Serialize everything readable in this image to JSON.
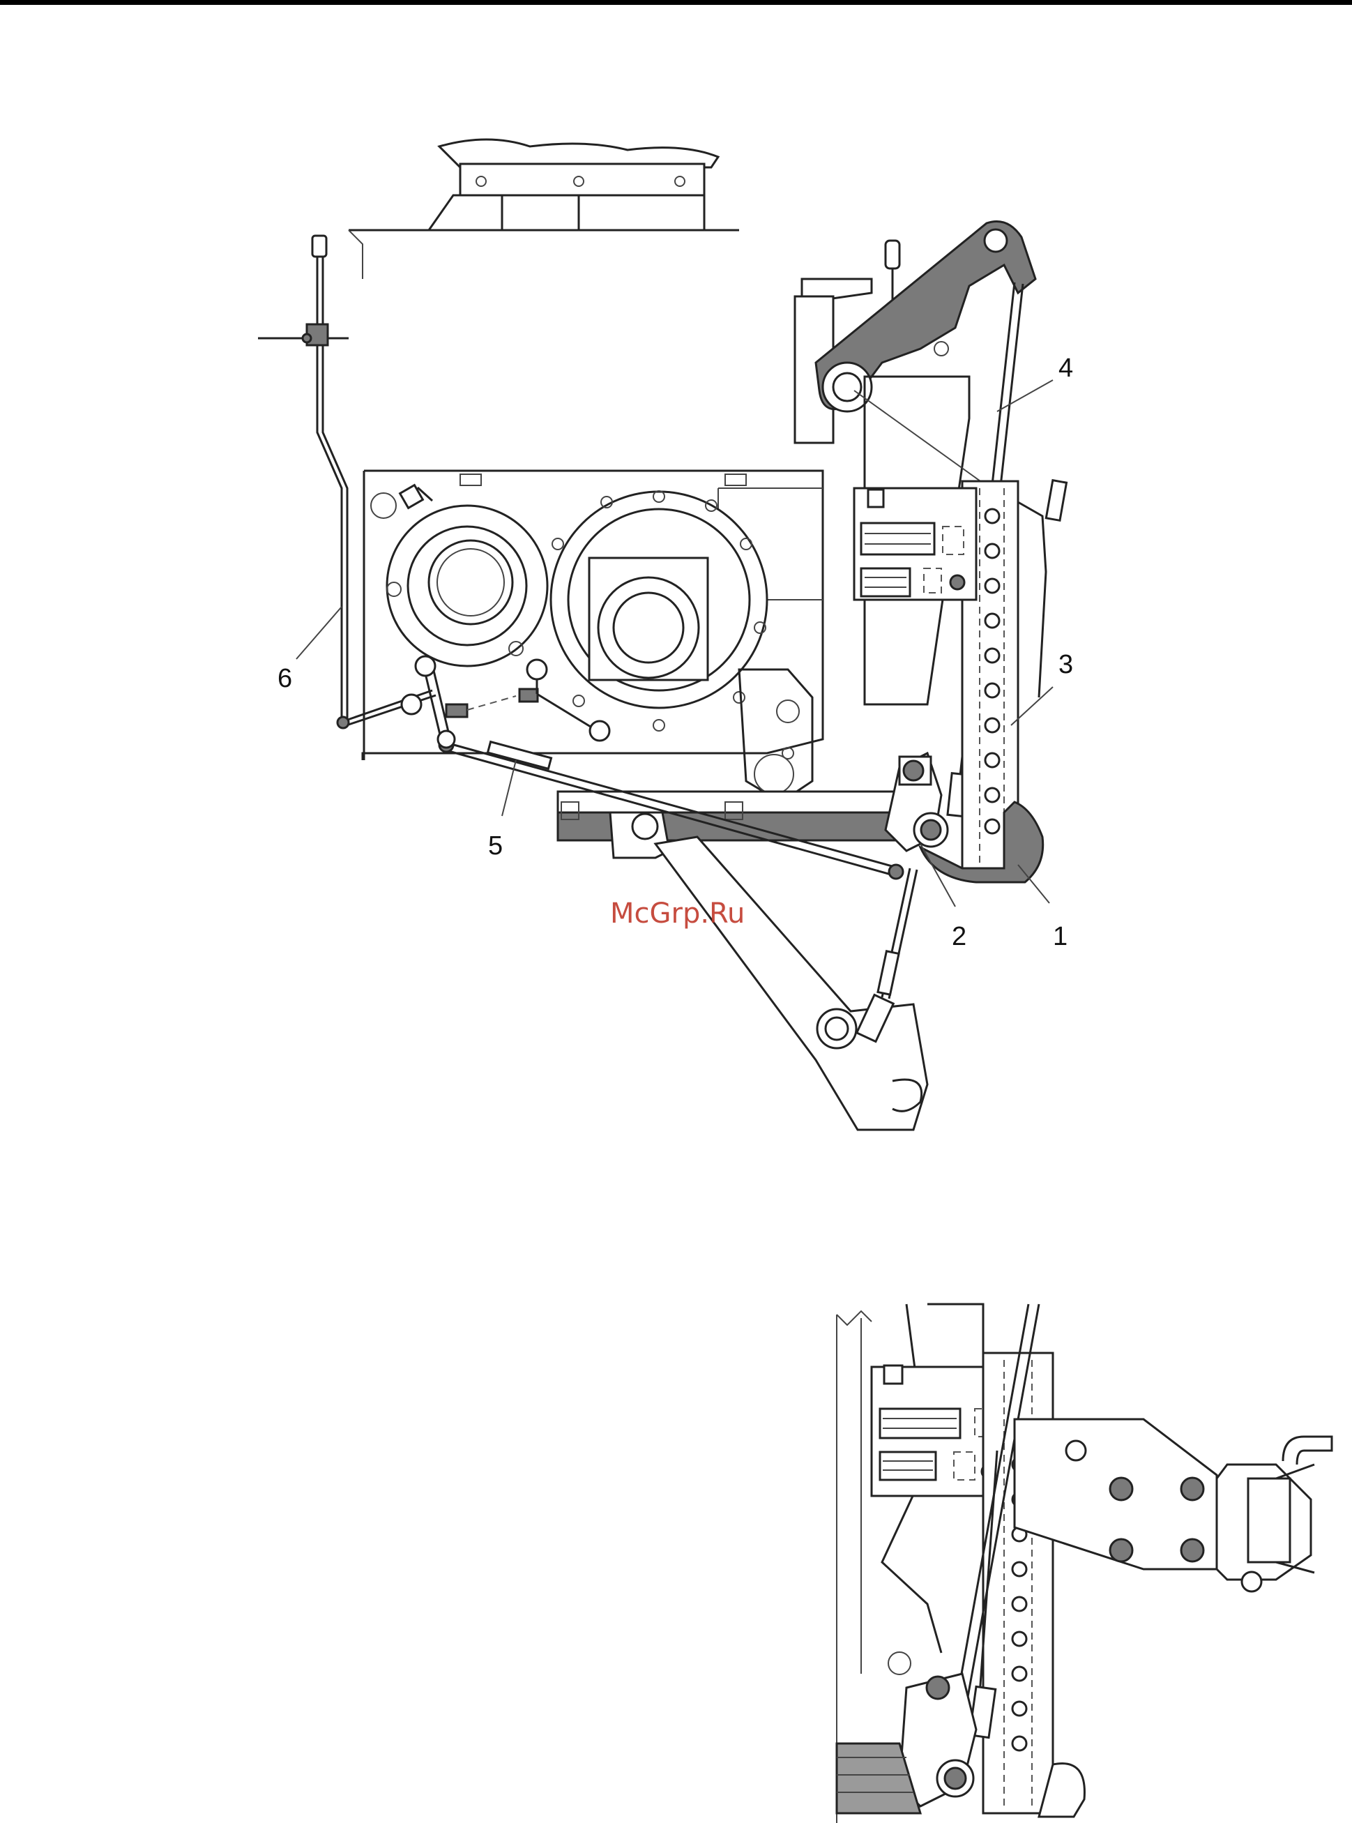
{
  "callouts": {
    "c1": "1",
    "c2": "2",
    "c3": "3",
    "c4": "4",
    "c5": "5",
    "c6": "6"
  },
  "watermark": "McGrp.Ru",
  "colors": {
    "line": "#222222",
    "shaded_part": "#7a7a7a",
    "watermark": "#c0392b"
  }
}
